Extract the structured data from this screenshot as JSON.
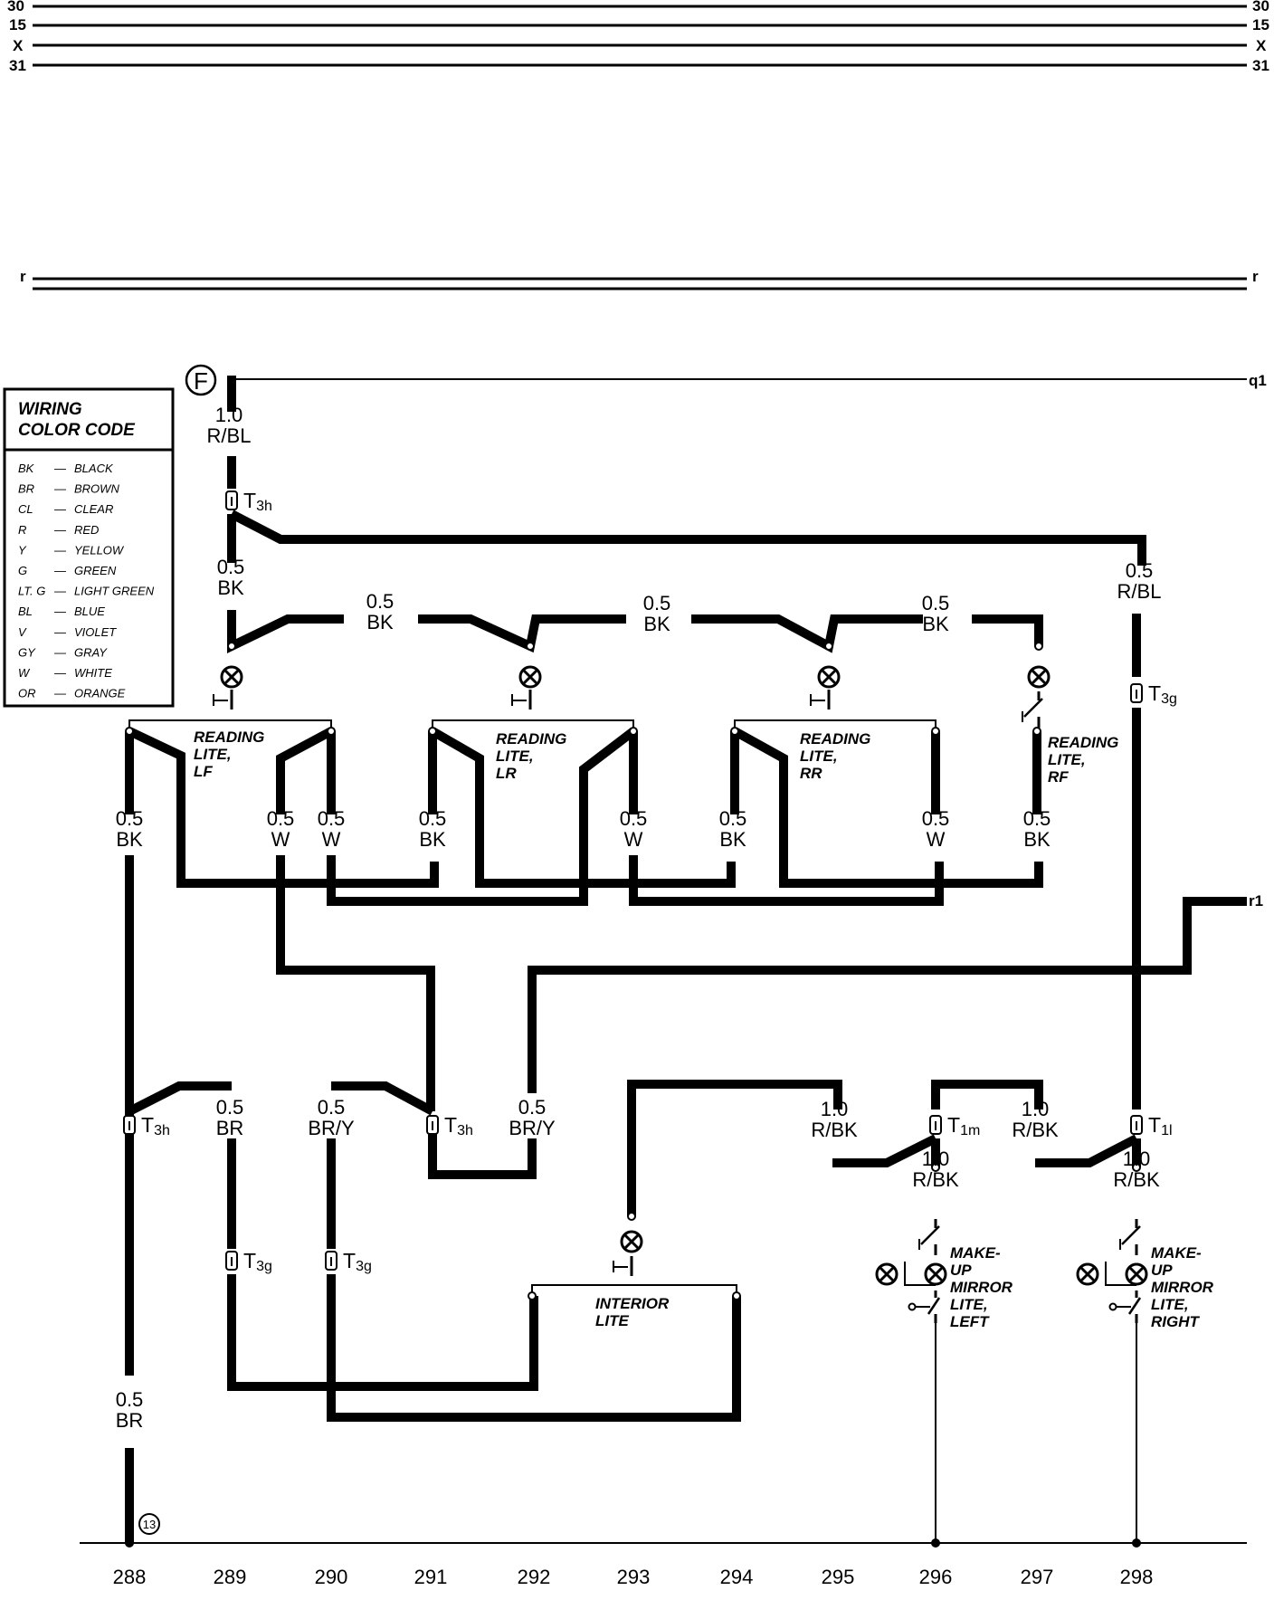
{
  "rails": {
    "left": [
      "30",
      "15",
      "X",
      "31"
    ],
    "right": [
      "30",
      "15",
      "X",
      "31"
    ],
    "r_left": "r",
    "r_right": "r"
  },
  "line_refs": {
    "q1": "q1",
    "r1": "r1"
  },
  "circle_marker": "F",
  "ground_marker": "13",
  "legend": {
    "title_line1": "WIRING",
    "title_line2": "COLOR CODE",
    "items": [
      {
        "code": "BK",
        "name": "BLACK"
      },
      {
        "code": "BR",
        "name": "BROWN"
      },
      {
        "code": "CL",
        "name": "CLEAR"
      },
      {
        "code": "R",
        "name": "RED"
      },
      {
        "code": "Y",
        "name": "YELLOW"
      },
      {
        "code": "G",
        "name": "GREEN"
      },
      {
        "code": "LT. G",
        "name": "LIGHT GREEN"
      },
      {
        "code": "BL",
        "name": "BLUE"
      },
      {
        "code": "V",
        "name": "VIOLET"
      },
      {
        "code": "GY",
        "name": "GRAY"
      },
      {
        "code": "W",
        "name": "WHITE"
      },
      {
        "code": "OR",
        "name": "ORANGE"
      }
    ]
  },
  "wire_labels": {
    "main_feed": {
      "size": "1.0",
      "color": "R/BL"
    },
    "lf_feed": {
      "size": "0.5",
      "color": "BK"
    },
    "rbl_right": {
      "size": "0.5",
      "color": "R/BL"
    },
    "top_bk_1": {
      "size": "0.5",
      "color": "BK"
    },
    "top_bk_2": {
      "size": "0.5",
      "color": "BK"
    },
    "top_bk_3": {
      "size": "0.5",
      "color": "BK"
    },
    "mid_288": {
      "size": "0.5",
      "color": "BK"
    },
    "mid_290a": {
      "size": "0.5",
      "color": "W"
    },
    "mid_290b": {
      "size": "0.5",
      "color": "W"
    },
    "mid_292": {
      "size": "0.5",
      "color": "BK"
    },
    "mid_294": {
      "size": "0.5",
      "color": "W"
    },
    "mid_295": {
      "size": "0.5",
      "color": "BK"
    },
    "mid_297a": {
      "size": "0.5",
      "color": "W"
    },
    "mid_297b": {
      "size": "0.5",
      "color": "BK"
    },
    "low_br": {
      "size": "0.5",
      "color": "BR"
    },
    "low_bry_1": {
      "size": "0.5",
      "color": "BR/Y"
    },
    "low_bry_2": {
      "size": "0.5",
      "color": "BR/Y"
    },
    "rbk_1": {
      "size": "1.0",
      "color": "R/BK"
    },
    "rbk_2": {
      "size": "1.0",
      "color": "R/BK"
    },
    "rbk_3": {
      "size": "1.0",
      "color": "R/BK"
    },
    "rbk_4": {
      "size": "1.0",
      "color": "R/BK"
    },
    "ground_br": {
      "size": "0.5",
      "color": "BR"
    }
  },
  "connectors": {
    "t3h_top": {
      "main": "T",
      "sub": "3h"
    },
    "t3g_right": {
      "main": "T",
      "sub": "3g"
    },
    "t3h_left": {
      "main": "T",
      "sub": "3h"
    },
    "t3h_mid": {
      "main": "T",
      "sub": "3h"
    },
    "t1m": {
      "main": "T",
      "sub": "1m"
    },
    "t1l": {
      "main": "T",
      "sub": "1l"
    },
    "t3g_a": {
      "main": "T",
      "sub": "3g"
    },
    "t3g_b": {
      "main": "T",
      "sub": "3g"
    }
  },
  "components": {
    "lf": [
      "READING",
      "LITE,",
      "LF"
    ],
    "lr": [
      "READING",
      "LITE,",
      "LR"
    ],
    "rr": [
      "READING",
      "LITE,",
      "RR"
    ],
    "rf": [
      "READING",
      "LITE,",
      "RF"
    ],
    "interior": [
      "INTERIOR",
      "LITE"
    ],
    "mirror_left": [
      "MAKE-",
      "UP",
      "MIRROR",
      "LITE,",
      "LEFT"
    ],
    "mirror_right": [
      "MAKE-",
      "UP",
      "MIRROR",
      "LITE,",
      "RIGHT"
    ]
  },
  "column_numbers": [
    "288",
    "289",
    "290",
    "291",
    "292",
    "293",
    "294",
    "295",
    "296",
    "297",
    "298"
  ]
}
